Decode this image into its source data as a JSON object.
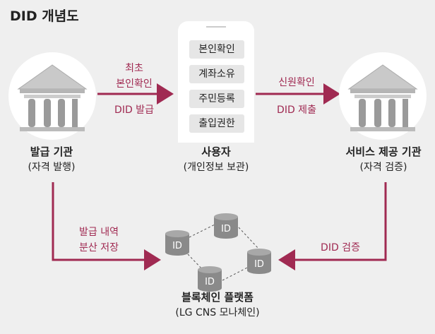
{
  "title": "DID 개념도",
  "colors": {
    "accent": "#a02a52",
    "background": "#efefef",
    "cylinder": "#8a8a8a"
  },
  "issuer": {
    "name": "발급 기관",
    "role": "(자격 발행)"
  },
  "user": {
    "name": "사용자",
    "role": "(개인정보 보관)",
    "items": [
      "본인확인",
      "계좌소유",
      "주민등록",
      "출입권한"
    ]
  },
  "verifier": {
    "name": "서비스 제공 기관",
    "role": "(자격 검증)"
  },
  "blockchain": {
    "name": "블록체인 플랫폼",
    "role": "(LG CNS 모나체인)",
    "node_label": "ID"
  },
  "flows": {
    "issue_top": "최초",
    "issue_top2": "본인확인",
    "issue_bottom": "DID 발급",
    "submit_top": "신원확인",
    "submit_bottom": "DID 제출",
    "record1": "발급 내역",
    "record2": "분산 저장",
    "verify": "DID 검증"
  }
}
